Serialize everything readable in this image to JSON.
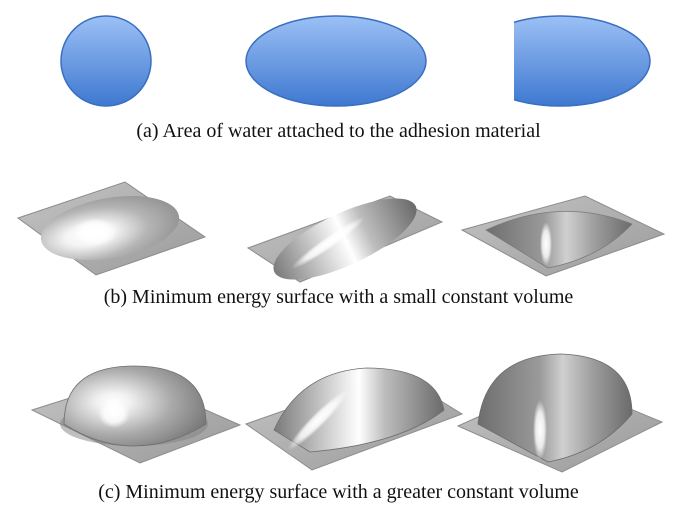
{
  "captions": {
    "a": "(a) Area of water attached to the adhesion material",
    "b": "(b) Minimum energy surface with a small constant volume",
    "c": "(c) Minimum energy surface with a greater constant volume"
  },
  "shapes": {
    "a": [
      "circle",
      "ellipse",
      "truncated-ellipse"
    ],
    "b": [
      "small-volume-circle-drop",
      "small-volume-ellipse-drop",
      "small-volume-truncated-drop"
    ],
    "c": [
      "large-volume-circle-drop",
      "large-volume-ellipse-drop",
      "large-volume-truncated-drop"
    ]
  },
  "colors": {
    "water_top": "#9CC0F5",
    "water_bottom": "#3E78D0",
    "water_edge": "#3A6FC0",
    "plate": "#A8A8A8",
    "drop_dark": "#6E6E6E",
    "drop_highlight": "#FFFFFF"
  }
}
